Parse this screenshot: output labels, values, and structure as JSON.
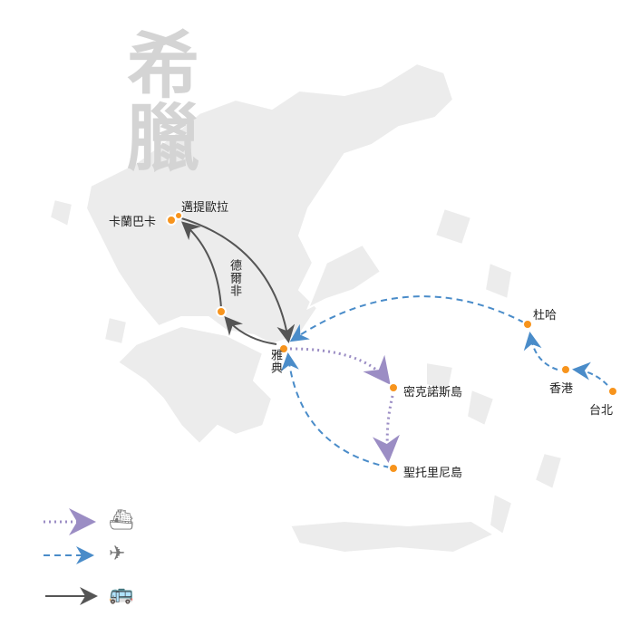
{
  "title": "希臘",
  "places": {
    "kalambaka": "卡蘭巴卡",
    "meteora": "邁提歐拉",
    "delphi": "德爾非",
    "athens": "雅典",
    "mykonos": "密克諾斯島",
    "santorini": "聖托里尼島",
    "doha": "杜哈",
    "hongkong": "香港",
    "taipei": "台北"
  },
  "legend": [
    {
      "style": "dotted",
      "color": "#9b8dc4",
      "icon": "ship-icon"
    },
    {
      "style": "dashed",
      "color": "#4a8cc9",
      "icon": "airplane-icon"
    },
    {
      "style": "solid",
      "color": "#555555",
      "icon": "bus-icon"
    }
  ],
  "colors": {
    "land": "#ececec",
    "coast": "#ffffff",
    "point": "#f7941d",
    "ship": "#9b8dc4",
    "plane": "#4a8cc9",
    "bus": "#555555"
  }
}
